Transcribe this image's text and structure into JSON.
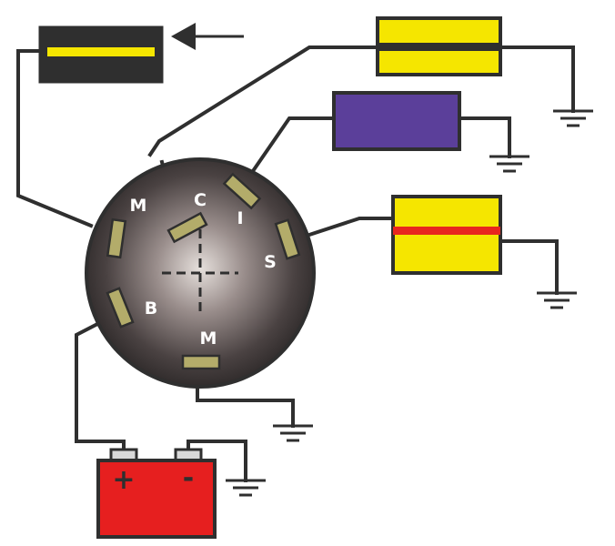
{
  "switch": {
    "terminals": {
      "m_top": "M",
      "c": "C",
      "i": "I",
      "s": "S",
      "b": "B",
      "m_bottom": "M"
    }
  },
  "battery": {
    "positive": "+",
    "negative": "-"
  },
  "colors": {
    "wire": "#2f2f2f",
    "dark_box": "#2f2f2f",
    "yellow": "#f5e600",
    "purple": "#5b3f9a",
    "red_stripe": "#e8261e",
    "battery_red": "#e61f1f",
    "contact": "#b3ac6a",
    "switch_body_center": "#e6e0dc",
    "switch_body_edge": "#2e2a2a"
  },
  "icons": {
    "indicator": "arrow-left-icon",
    "ground": "ground-symbol-icon"
  }
}
